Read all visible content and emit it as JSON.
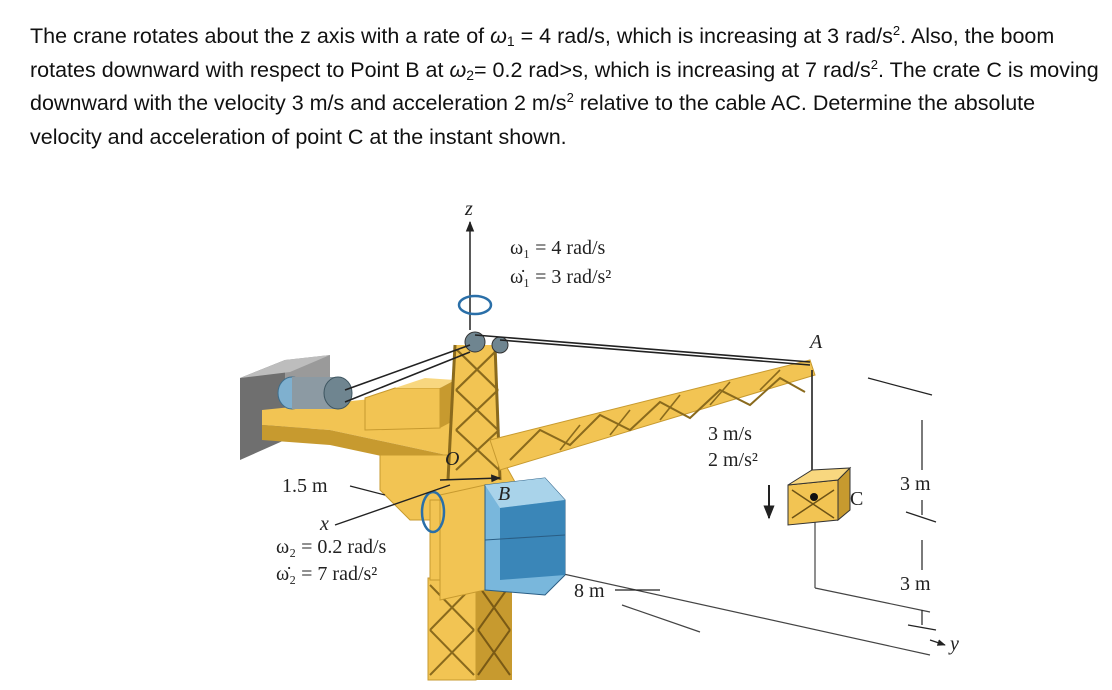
{
  "problem": {
    "p1": "The crane rotates about the z axis with a rate of ",
    "w1sym": "ω",
    "w1sub": "1",
    "p2": " = 4 rad/s, which is increasing at  3 rad/s",
    "sq1": "2",
    "p3": ". Also, the boom rotates downward with respect to Point B at ",
    "w2sym": "ω",
    "w2sub": "2",
    "p4": "= 0.2 rad>s, which is increasing at 7 rad/s",
    "sq2": "2",
    "p5": ". The crate C is moving downward with the velocity 3 m/s and acceleration 2 m/s",
    "sq3": "2",
    "p6": " relative to the cable AC.  Determine the absolute velocity and acceleration of point C at the instant shown."
  },
  "figure": {
    "z_axis": "z",
    "x_axis": "x",
    "y_axis": "y",
    "omega1_rate": "ω₁ = 4 rad/s",
    "omega1_accel": "ω̇₁ = 3 rad/s²",
    "omega2_rate": "ω₂ = 0.2 rad/s",
    "omega2_accel": "ω̇₂ = 7 rad/s²",
    "point_a": "A",
    "point_b": "B",
    "point_c": "C",
    "point_o": "O",
    "dim_offset": "1.5 m",
    "dim_boom": "8 m",
    "dim_upper": "3 m",
    "dim_lower": "3 m",
    "crate_velocity": "3 m/s",
    "crate_accel": "2 m/s²",
    "colors": {
      "crane_yellow": "#f2c453",
      "crane_shadow": "#c79a2f",
      "cab_blue": "#79b7dc",
      "cab_dark": "#3a86b8",
      "counterweight": "#8d8d8d"
    }
  }
}
